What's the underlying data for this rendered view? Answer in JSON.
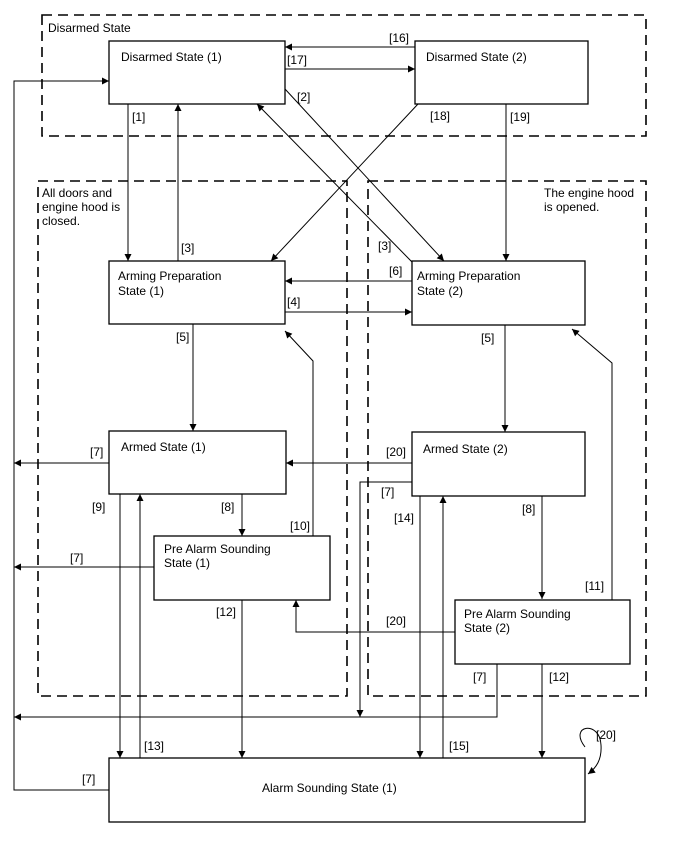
{
  "regions": {
    "disarmed": "Disarmed State",
    "closed": [
      "All doors and",
      "engine hood is",
      "closed."
    ],
    "opened": [
      "The engine hood",
      "is opened."
    ]
  },
  "states": {
    "disarmed1": [
      "Disarmed State (1)"
    ],
    "disarmed2": [
      "Disarmed State (2)"
    ],
    "prep1": [
      "Arming Preparation",
      "State (1)"
    ],
    "prep2": [
      "Arming Preparation",
      "State (2)"
    ],
    "armed1": [
      "Armed State (1)"
    ],
    "armed2": [
      "Armed State (2)"
    ],
    "prealarm1": [
      "Pre Alarm Sounding",
      "State (1)"
    ],
    "prealarm2": [
      "Pre Alarm Sounding",
      "State (2)"
    ],
    "alarm1": [
      "Alarm Sounding State (1)"
    ]
  },
  "transitions": {
    "t1": "[1]",
    "t2": "[2]",
    "t3a": "[3]",
    "t3b": "[3]",
    "t4": "[4]",
    "t5a": "[5]",
    "t5b": "[5]",
    "t6": "[6]",
    "t7a": "[7]",
    "t7b": "[7]",
    "t7c": "[7]",
    "t7d": "[7]",
    "t7e": "[7]",
    "t8a": "[8]",
    "t8b": "[8]",
    "t9": "[9]",
    "t10": "[10]",
    "t11": "[11]",
    "t12a": "[12]",
    "t12b": "[12]",
    "t13": "[13]",
    "t14": "[14]",
    "t15": "[15]",
    "t16": "[16]",
    "t17": "[17]",
    "t18": "[18]",
    "t19": "[19]",
    "t20a": "[20]",
    "t20b": "[20]",
    "t20c": "[20]"
  }
}
